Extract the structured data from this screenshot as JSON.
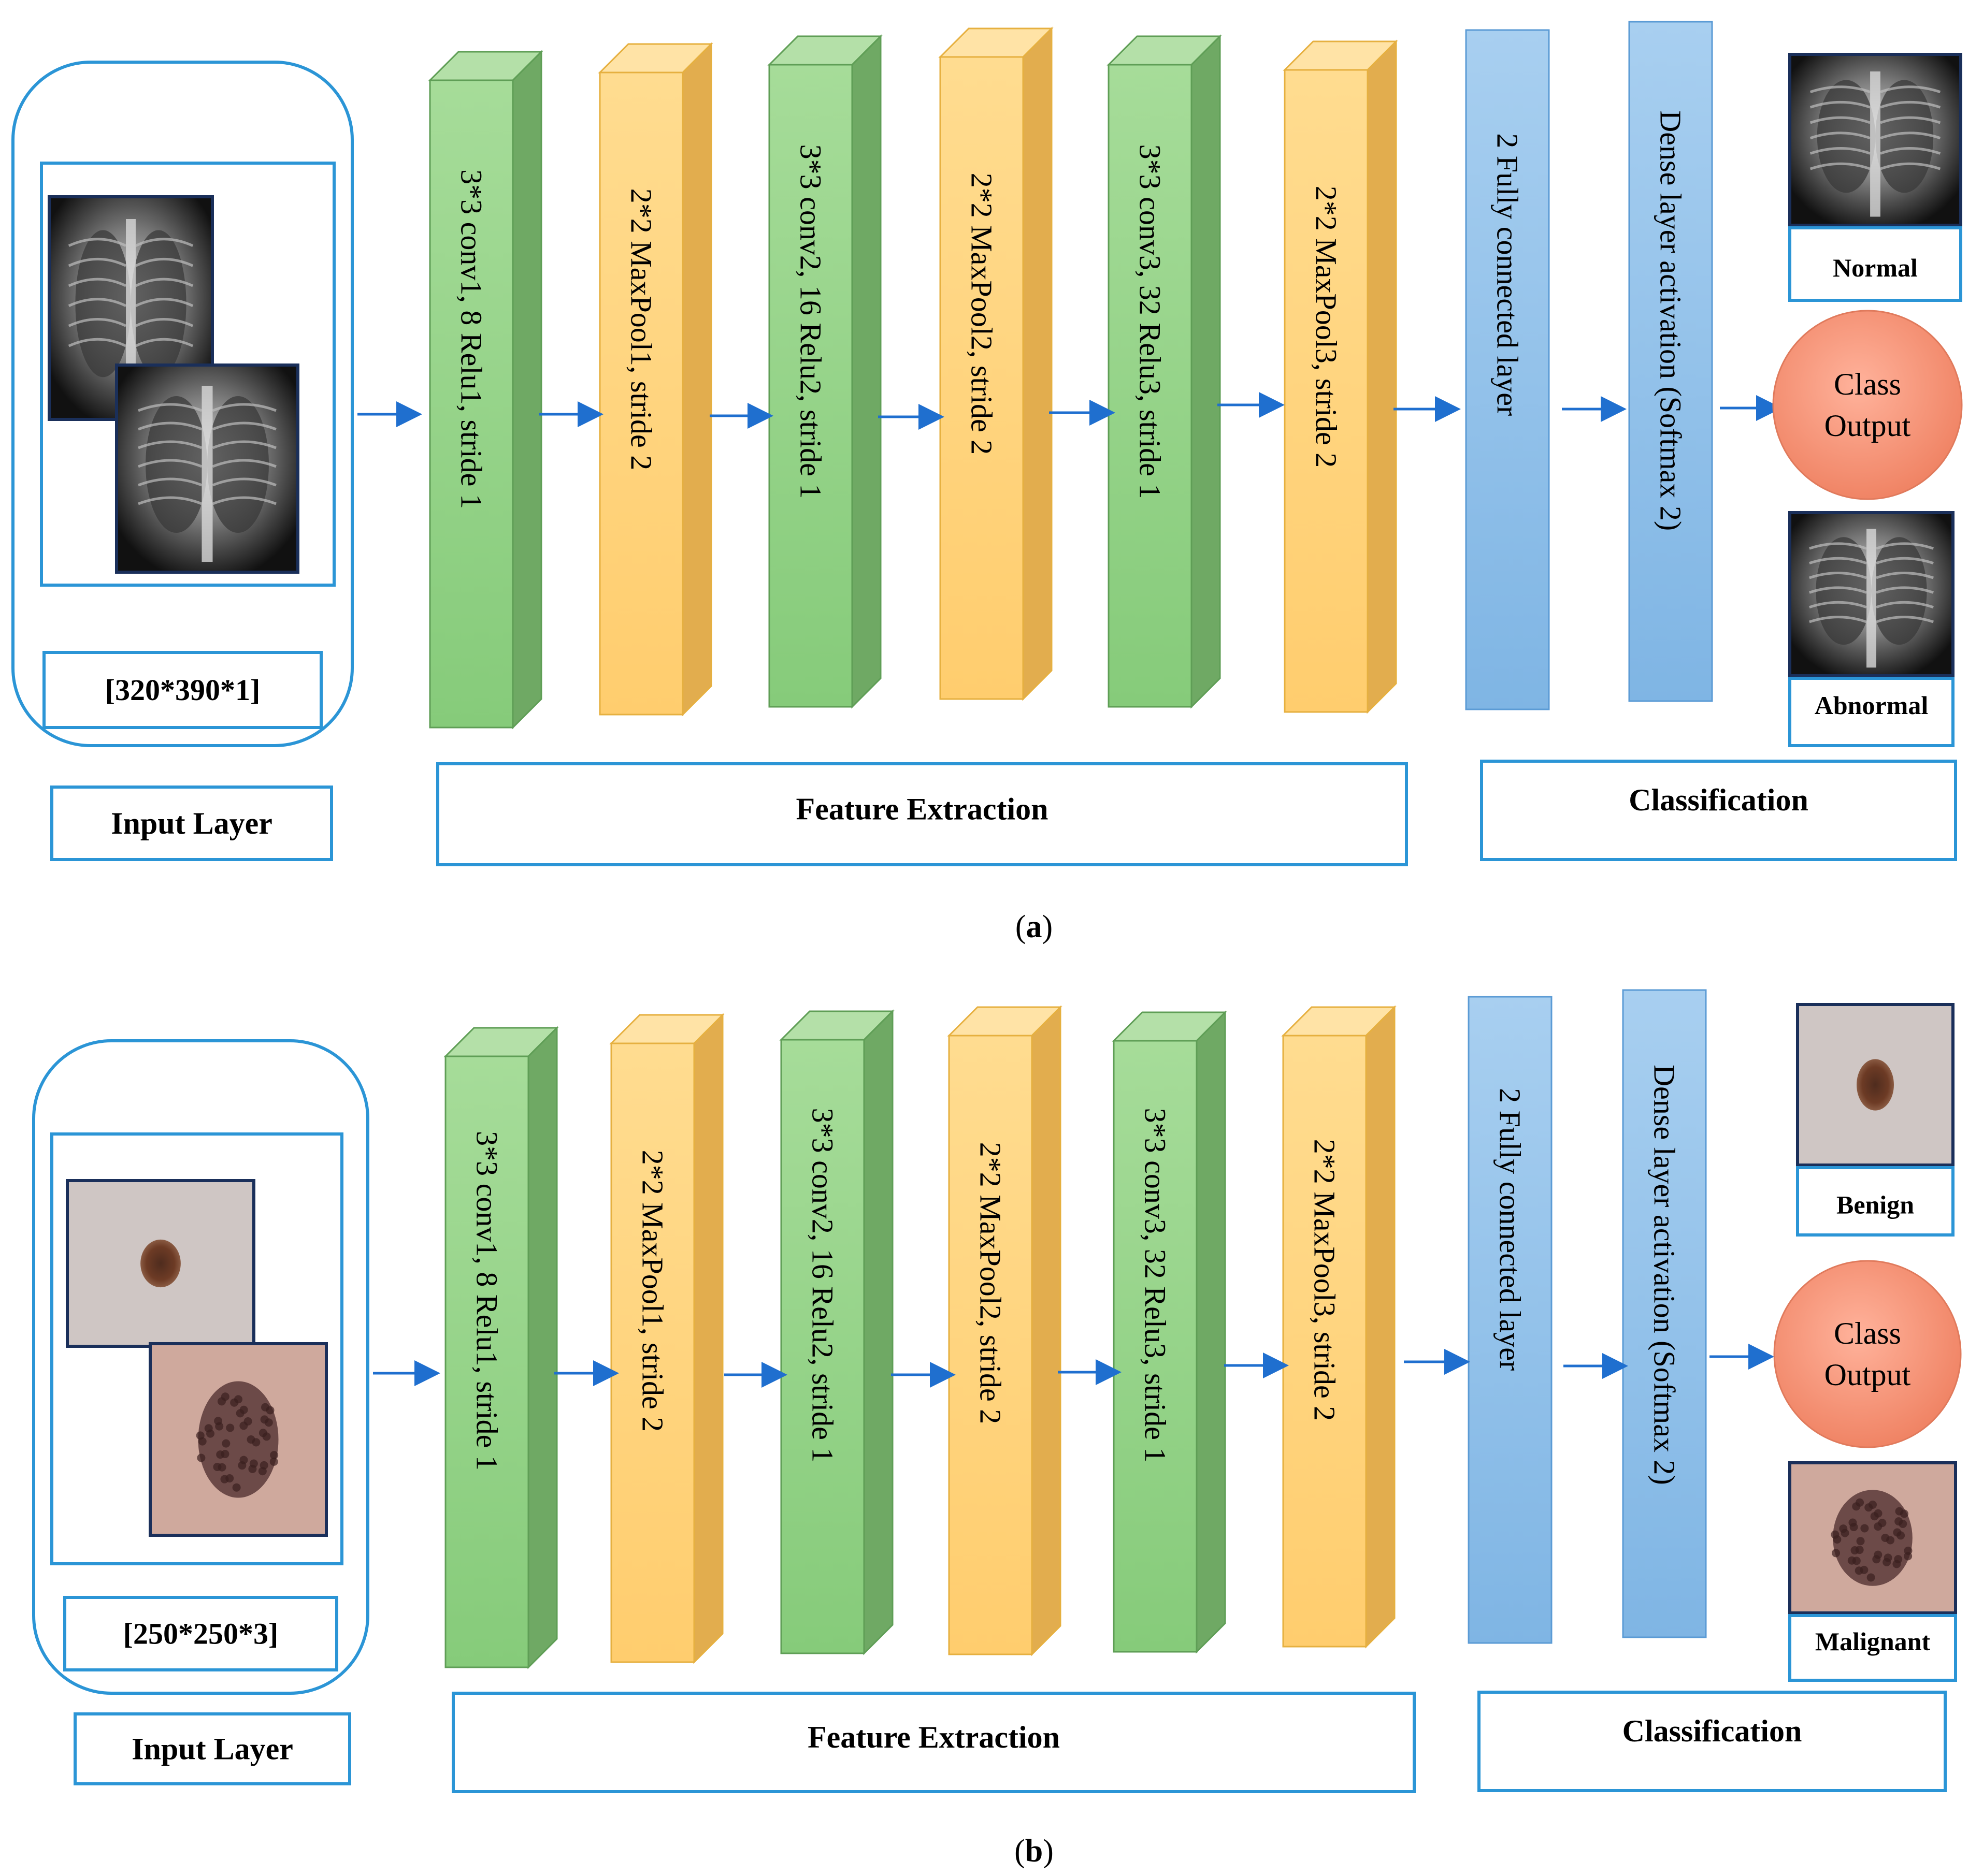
{
  "panels": [
    {
      "id": "a",
      "caption_letter": "a",
      "input_size": "[320*390*1]",
      "input_layer_label": "Input Layer",
      "feature_extraction_label": "Feature Extraction",
      "classification_label": "Classification",
      "layers": [
        {
          "text": "3*3 conv1, 8 Relu1, stride 1",
          "kind": "conv"
        },
        {
          "text": "2*2 MaxPool1, stride 2",
          "kind": "pool"
        },
        {
          "text": "3*3 conv2, 16 Relu2, stride 1",
          "kind": "conv"
        },
        {
          "text": "2*2 MaxPool2, stride 2",
          "kind": "pool"
        },
        {
          "text": "3*3 conv3, 32 Relu3, stride 1",
          "kind": "conv"
        },
        {
          "text": "2*2 MaxPool3, stride 2",
          "kind": "pool"
        },
        {
          "text": "2 Fully connected layer",
          "kind": "fc"
        },
        {
          "text": "Dense layer activation (Softmax 2)",
          "kind": "fc"
        }
      ],
      "output_circle": {
        "line1": "Class",
        "line2": "Output"
      },
      "classes": [
        "Normal",
        "Abnormal"
      ],
      "image_kind": "xray"
    },
    {
      "id": "b",
      "caption_letter": "b",
      "input_size": "[250*250*3]",
      "input_layer_label": "Input Layer",
      "feature_extraction_label": "Feature Extraction",
      "classification_label": "Classification",
      "layers": [
        {
          "text": "3*3 conv1, 8 Relu1, stride 1",
          "kind": "conv"
        },
        {
          "text": "2*2 MaxPool1, stride 2",
          "kind": "pool"
        },
        {
          "text": "3*3 conv2, 16 Relu2, stride 1",
          "kind": "conv"
        },
        {
          "text": "2*2 MaxPool2, stride 2",
          "kind": "pool"
        },
        {
          "text": "3*3 conv3, 32 Relu3, stride 1",
          "kind": "conv"
        },
        {
          "text": "2*2 MaxPool3, stride 2",
          "kind": "pool"
        },
        {
          "text": "2 Fully connected layer",
          "kind": "fc"
        },
        {
          "text": "Dense layer activation (Softmax 2)",
          "kind": "fc"
        }
      ],
      "output_circle": {
        "line1": "Class",
        "line2": "Output"
      },
      "classes": [
        "Benign",
        "Malignant"
      ],
      "image_kind": "skin"
    }
  ],
  "colors": {
    "conv_front": "#8dcf82",
    "conv_top": "#b4e0a8",
    "conv_side": "#6fa964",
    "pool_front": "#ffd27a",
    "pool_top": "#ffe3a6",
    "pool_side": "#e2ad4e",
    "fc": "#8fbfe8",
    "box_stroke": "#2b95d6",
    "arrow": "#1f6fcf",
    "circle": "#f49478"
  }
}
